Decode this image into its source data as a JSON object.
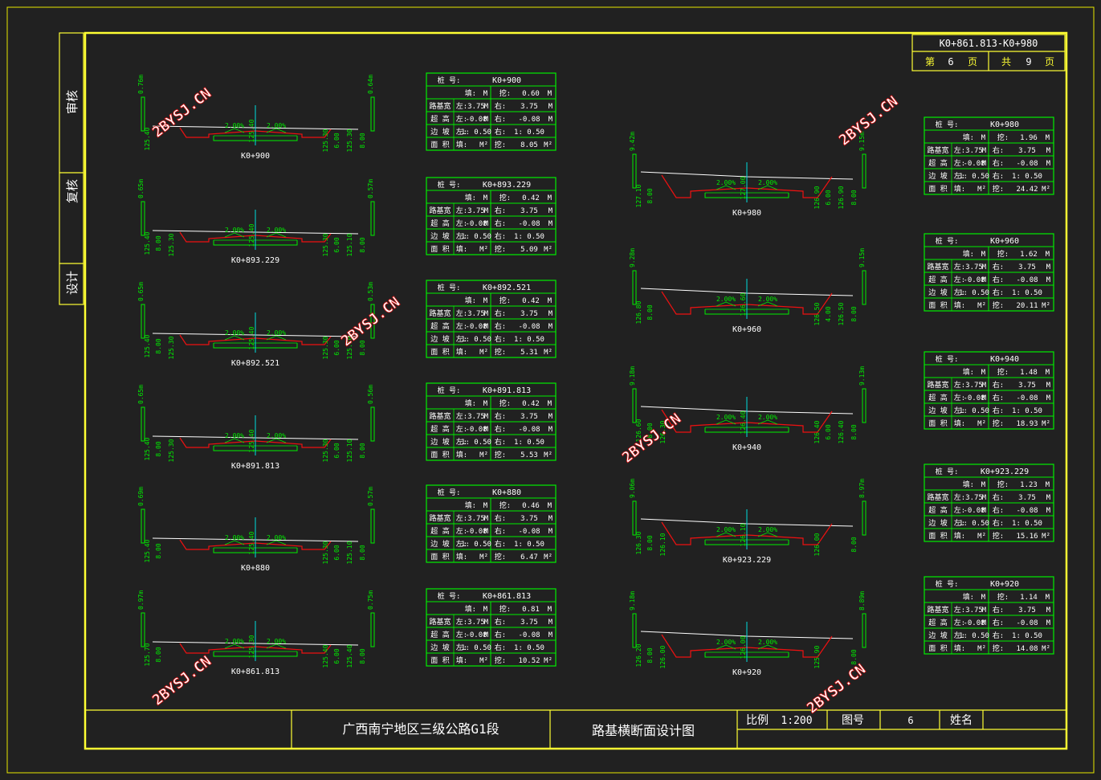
{
  "header": {
    "range": "K0+861.813-K0+980",
    "page_label_1": "第",
    "page_num": "6",
    "page_label_2": "页",
    "total_label_1": "共",
    "total_num": "9",
    "total_label_2": "页"
  },
  "side_labels": [
    "审核",
    "复核",
    "设计"
  ],
  "watermark": "2BYSJ.CN",
  "title_block": {
    "project": "广西南宁地区三级公路G1段",
    "drawing": "路基横断面设计图",
    "scale_label": "比例",
    "scale_value": "1:200",
    "fig_label": "图号",
    "fig_value": "6",
    "name_label": "姓名"
  },
  "table_labels": {
    "station": "桩 号:",
    "fill": "填:",
    "cut": "挖:",
    "width": "路基宽",
    "super": "超 高",
    "slope": "边 坡",
    "area": "面 积",
    "left": "左:",
    "right": "右:",
    "unit_m": "M",
    "unit_m2": "M²",
    "slope_prefix": "1:"
  },
  "sections": [
    {
      "station": "K0+900",
      "col": "left",
      "cut": "0.60",
      "width_l": "3.75",
      "width_r": "3.75",
      "super_l": "-0.08",
      "super_r": "-0.08",
      "slope_l": "0.50",
      "slope_r": "0.50",
      "area": "8.05",
      "h_l": "0.76m",
      "h_r": "0.64m",
      "elev_l": "125.40",
      "elev_l2": "",
      "off_l": "",
      "elev_r": "125.30",
      "elev_r2": "125.30",
      "off_r": "6.00",
      "off_r2": "8.00",
      "center": "125.40",
      "grade_l": "2.00%",
      "grade_r": "2.00%"
    },
    {
      "station": "K0+893.229",
      "col": "left",
      "cut": "0.42",
      "width_l": "3.75",
      "width_r": "3.75",
      "super_l": "-0.08",
      "super_r": "-0.08",
      "slope_l": "0.50",
      "slope_r": "0.50",
      "area": "5.09",
      "h_l": "0.65m",
      "h_r": "0.57m",
      "elev_l": "125.40",
      "elev_l2": "125.30",
      "off_l": "8.00",
      "elev_r": "125.30",
      "elev_r2": "125.10",
      "off_r": "6.00",
      "off_r2": "8.00",
      "center": "125.40",
      "grade_l": "2.00%",
      "grade_r": "2.00%"
    },
    {
      "station": "K0+892.521",
      "col": "left",
      "cut": "0.42",
      "width_l": "3.75",
      "width_r": "3.75",
      "super_l": "-0.08",
      "super_r": "-0.08",
      "slope_l": "0.50",
      "slope_r": "0.50",
      "area": "5.31",
      "h_l": "0.65m",
      "h_r": "0.53m",
      "elev_l": "125.40",
      "elev_l2": "125.30",
      "off_l": "8.00",
      "elev_r": "125.30",
      "elev_r2": "125.10",
      "off_r": "6.00",
      "off_r2": "8.00",
      "center": "125.40",
      "grade_l": "2.00%",
      "grade_r": "2.00%"
    },
    {
      "station": "K0+891.813",
      "col": "left",
      "cut": "0.42",
      "width_l": "3.75",
      "width_r": "3.75",
      "super_l": "-0.08",
      "super_r": "-0.08",
      "slope_l": "0.50",
      "slope_r": "0.50",
      "area": "5.53",
      "h_l": "0.65m",
      "h_r": "0.56m",
      "elev_l": "125.40",
      "elev_l2": "125.30",
      "off_l": "8.00",
      "elev_r": "125.30",
      "elev_r2": "125.10",
      "off_r": "6.00",
      "off_r2": "8.00",
      "center": "125.40",
      "grade_l": "2.00%",
      "grade_r": "2.00%"
    },
    {
      "station": "K0+880",
      "col": "left",
      "cut": "0.46",
      "width_l": "3.75",
      "width_r": "3.75",
      "super_l": "-0.08",
      "super_r": "-0.08",
      "slope_l": "0.50",
      "slope_r": "0.50",
      "area": "6.47",
      "h_l": "0.69m",
      "h_r": "0.57m",
      "elev_l": "125.40",
      "elev_l2": "",
      "off_l": "8.00",
      "elev_r": "125.30",
      "elev_r2": "125.10",
      "off_r": "6.00",
      "off_r2": "8.00",
      "center": "125.40",
      "grade_l": "2.00%",
      "grade_r": "2.00%"
    },
    {
      "station": "K0+861.813",
      "col": "left",
      "cut": "0.81",
      "width_l": "3.75",
      "width_r": "3.75",
      "super_l": "-0.08",
      "super_r": "-0.08",
      "slope_l": "0.50",
      "slope_r": "0.50",
      "area": "10.52",
      "h_l": "0.97m",
      "h_r": "0.75m",
      "elev_l": "125.70",
      "elev_l2": "",
      "off_l": "8.00",
      "elev_r": "125.40",
      "elev_r2": "125.40",
      "off_r": "6.00",
      "off_r2": "8.00",
      "center": "125.30",
      "grade_l": "2.00%",
      "grade_r": "2.00%"
    },
    {
      "station": "K0+980",
      "col": "right",
      "cut": "1.96",
      "width_l": "3.75",
      "width_r": "3.75",
      "super_l": "-0.08",
      "super_r": "-0.08",
      "slope_l": "0.50",
      "slope_r": "0.50",
      "area": "24.42",
      "h_l": "9.42m",
      "h_r": "9.15m",
      "elev_l": "127.10",
      "elev_l2": "",
      "off_l": "8.00",
      "elev_r": "126.90",
      "elev_r2": "126.90",
      "off_r": "6.00",
      "off_r2": "8.00",
      "center": "127.00",
      "grade_l": "2.00%",
      "grade_r": "2.00%"
    },
    {
      "station": "K0+960",
      "col": "right",
      "cut": "1.62",
      "width_l": "3.75",
      "width_r": "3.75",
      "super_l": "-0.08",
      "super_r": "-0.08",
      "slope_l": "0.50",
      "slope_r": "0.50",
      "area": "20.11",
      "h_l": "9.28m",
      "h_r": "9.15m",
      "elev_l": "126.80",
      "elev_l2": "",
      "off_l": "8.00",
      "elev_r": "126.50",
      "elev_r2": "126.50",
      "off_r": "4.00",
      "off_r2": "8.00",
      "center": "126.60",
      "grade_l": "2.00%",
      "grade_r": "2.00%"
    },
    {
      "station": "K0+940",
      "col": "right",
      "cut": "1.48",
      "width_l": "3.75",
      "width_r": "3.75",
      "super_l": "-0.08",
      "super_r": "-0.08",
      "slope_l": "0.50",
      "slope_r": "0.50",
      "area": "18.93",
      "h_l": "9.18m",
      "h_r": "9.13m",
      "elev_l": "126.60",
      "elev_l2": "126.30",
      "off_l": "8.00",
      "elev_r": "126.40",
      "elev_r2": "126.40",
      "off_r": "6.00",
      "off_r2": "8.00",
      "center": "126.40",
      "grade_l": "2.00%",
      "grade_r": "2.00%"
    },
    {
      "station": "K0+923.229",
      "col": "right",
      "cut": "1.23",
      "width_l": "3.75",
      "width_r": "3.75",
      "super_l": "-0.08",
      "super_r": "-0.08",
      "slope_l": "0.50",
      "slope_r": "0.50",
      "area": "15.16",
      "h_l": "9.06m",
      "h_r": "8.97m",
      "elev_l": "126.30",
      "elev_l2": "126.10",
      "off_l": "8.00",
      "elev_r": "126.00",
      "elev_r2": "",
      "off_r": "",
      "off_r2": "8.00",
      "center": "126.10",
      "grade_l": "2.00%",
      "grade_r": "2.00%"
    },
    {
      "station": "K0+920",
      "col": "right",
      "cut": "1.14",
      "width_l": "3.75",
      "width_r": "3.75",
      "super_l": "-0.08",
      "super_r": "-0.08",
      "slope_l": "0.50",
      "slope_r": "0.50",
      "area": "14.08",
      "h_l": "9.18m",
      "h_r": "8.89m",
      "elev_l": "126.20",
      "elev_l2": "126.00",
      "off_l": "8.00",
      "elev_r": "125.90",
      "elev_r2": "",
      "off_r": "",
      "off_r2": "8.00",
      "center": "126.00",
      "grade_l": "2.00%",
      "grade_r": "2.00%"
    }
  ]
}
